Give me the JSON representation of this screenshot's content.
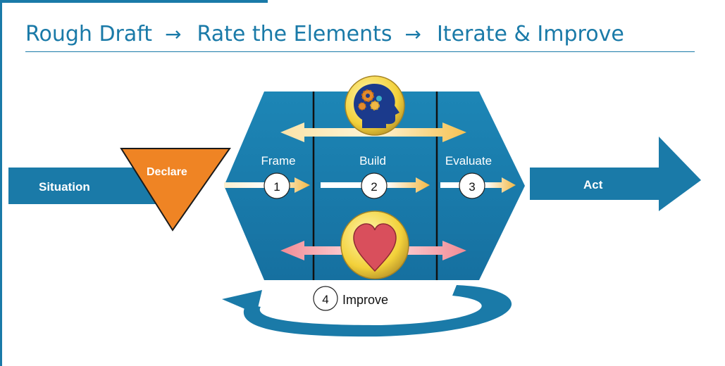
{
  "header": {
    "steps": [
      "Rough Draft",
      "Rate the Elements",
      "Iterate & Improve"
    ],
    "arrow": "→"
  },
  "diagram": {
    "situation": "Situation",
    "declare": "Declare",
    "act": "Act",
    "phases": [
      {
        "label": "Frame",
        "number": "1"
      },
      {
        "label": "Build",
        "number": "2"
      },
      {
        "label": "Evaluate",
        "number": "3"
      }
    ],
    "improve": {
      "number": "4",
      "label": "Improve"
    },
    "icons": [
      "head-gears-icon",
      "heart-icon"
    ],
    "colors": {
      "primary": "#1a7aa8",
      "declare": "#ef8424",
      "gold": "#f2b845",
      "heart": "#d94f5c"
    }
  }
}
